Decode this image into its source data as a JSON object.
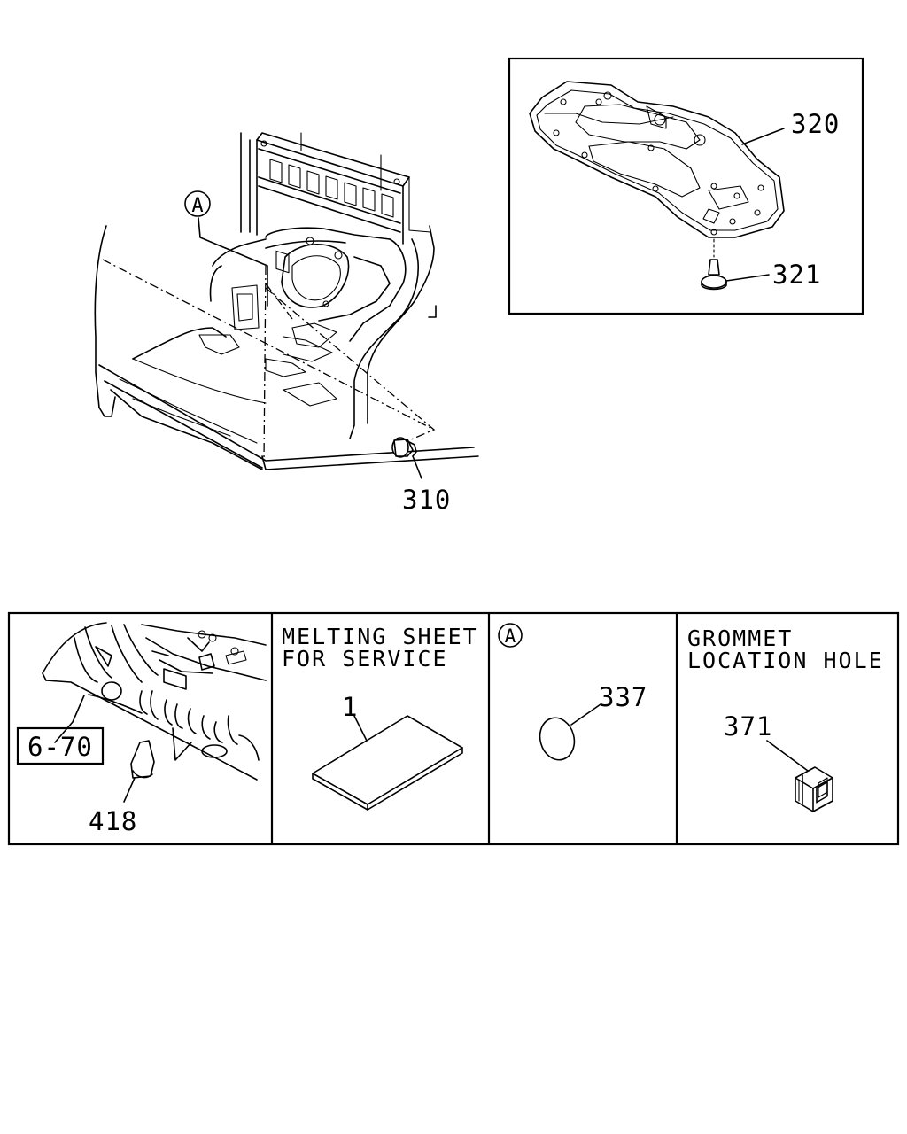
{
  "callouts": {
    "c310": "310",
    "c320": "320",
    "c321": "321",
    "ref_a": "A",
    "c418": "418",
    "ref_6_70": "6-70",
    "c1": "1",
    "c337": "337",
    "c371": "371"
  },
  "panels": {
    "melting_sheet": {
      "line1": "MELTING SHEET",
      "line2": "FOR SERVICE"
    },
    "detail_a": {
      "marker": "A"
    },
    "grommet": {
      "line1": "GROMMET",
      "line2": "LOCATION HOLE"
    }
  }
}
